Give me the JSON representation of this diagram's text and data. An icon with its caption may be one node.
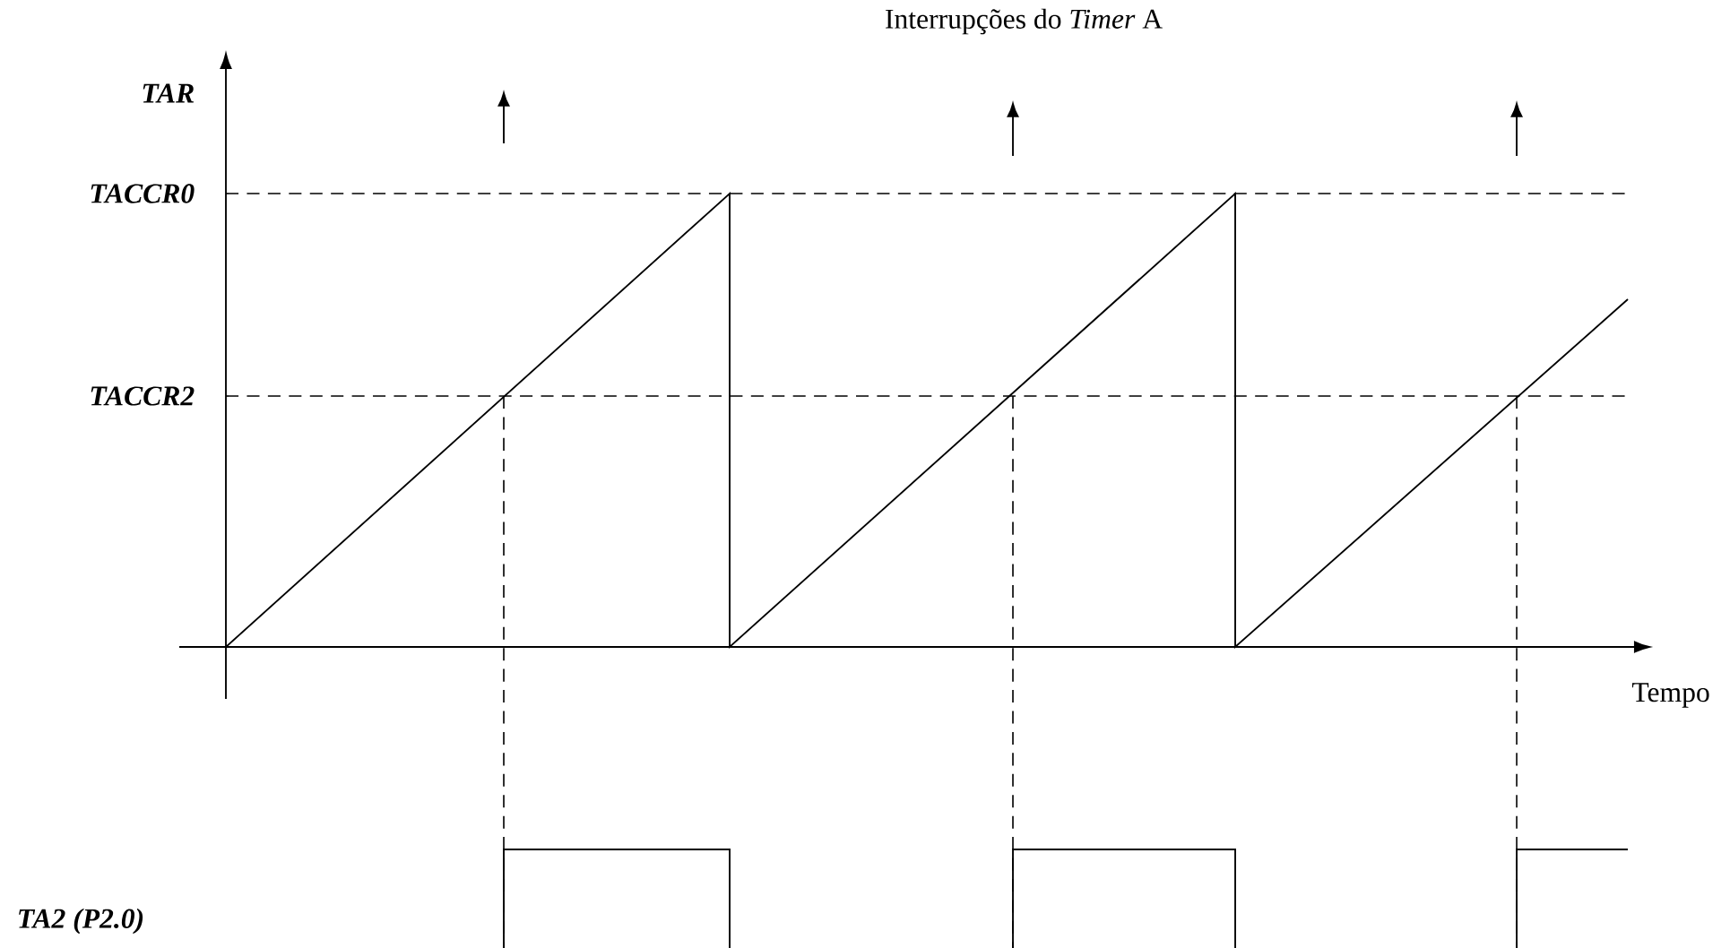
{
  "diagram": {
    "labels": [
      "Interrupções do *Timer* A",
      "TAR",
      "TACCR0",
      "TACCR2",
      "Tempo",
      "TA2 (P2.0)"
    ]
  }
}
